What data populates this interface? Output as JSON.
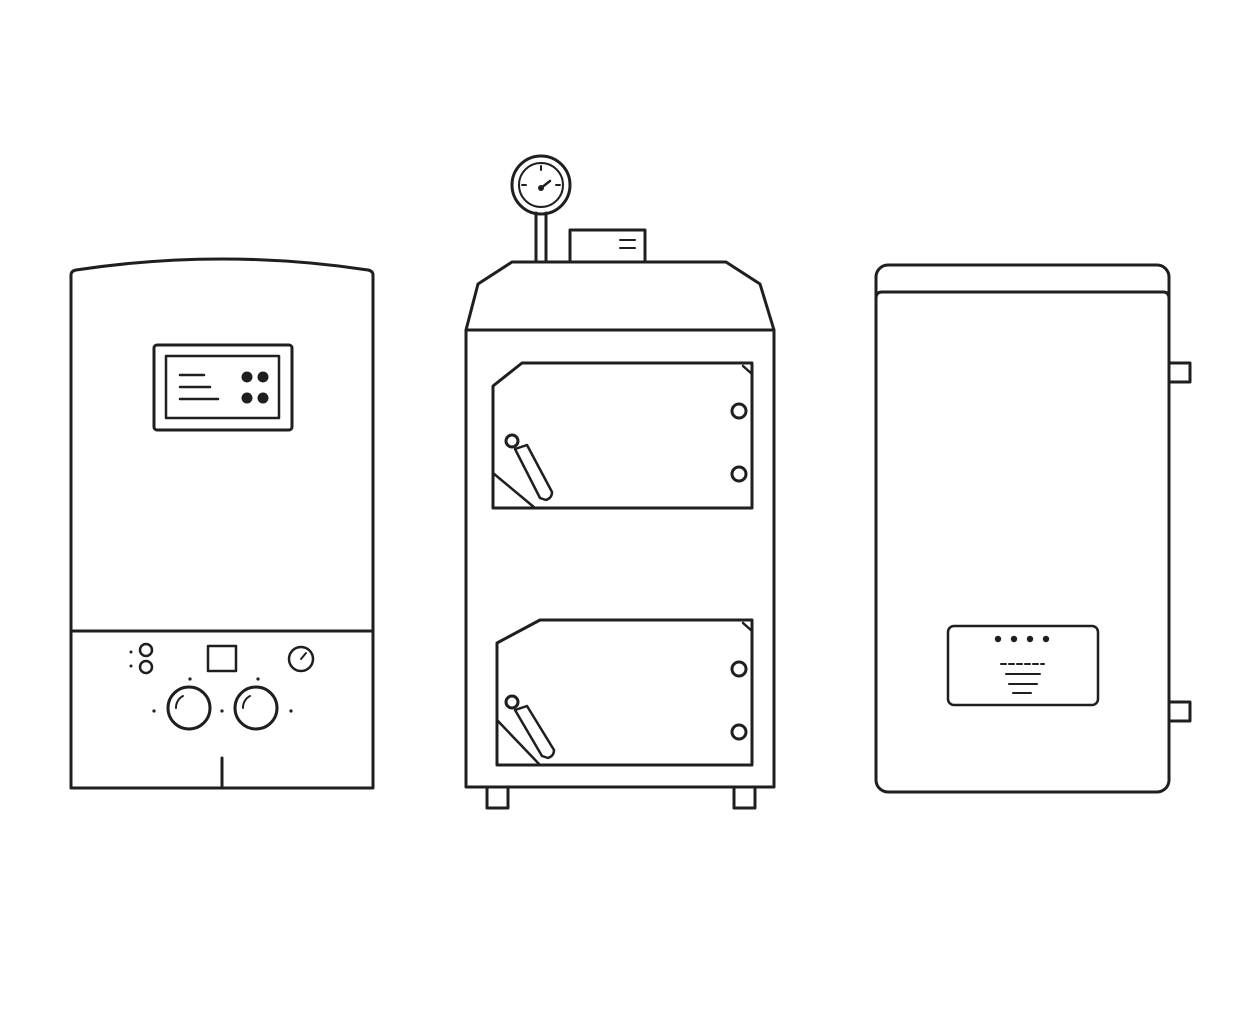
{
  "palette": {
    "background": "#ffffff",
    "line": "#1f1f1f"
  },
  "items": [
    {
      "name": "wall-mounted-gas-boiler",
      "icon": "combi-boiler-icon"
    },
    {
      "name": "floor-standing-solid-fuel-boiler",
      "icon": "solid-fuel-boiler-icon"
    },
    {
      "name": "electric-boiler",
      "icon": "electric-boiler-icon"
    }
  ]
}
